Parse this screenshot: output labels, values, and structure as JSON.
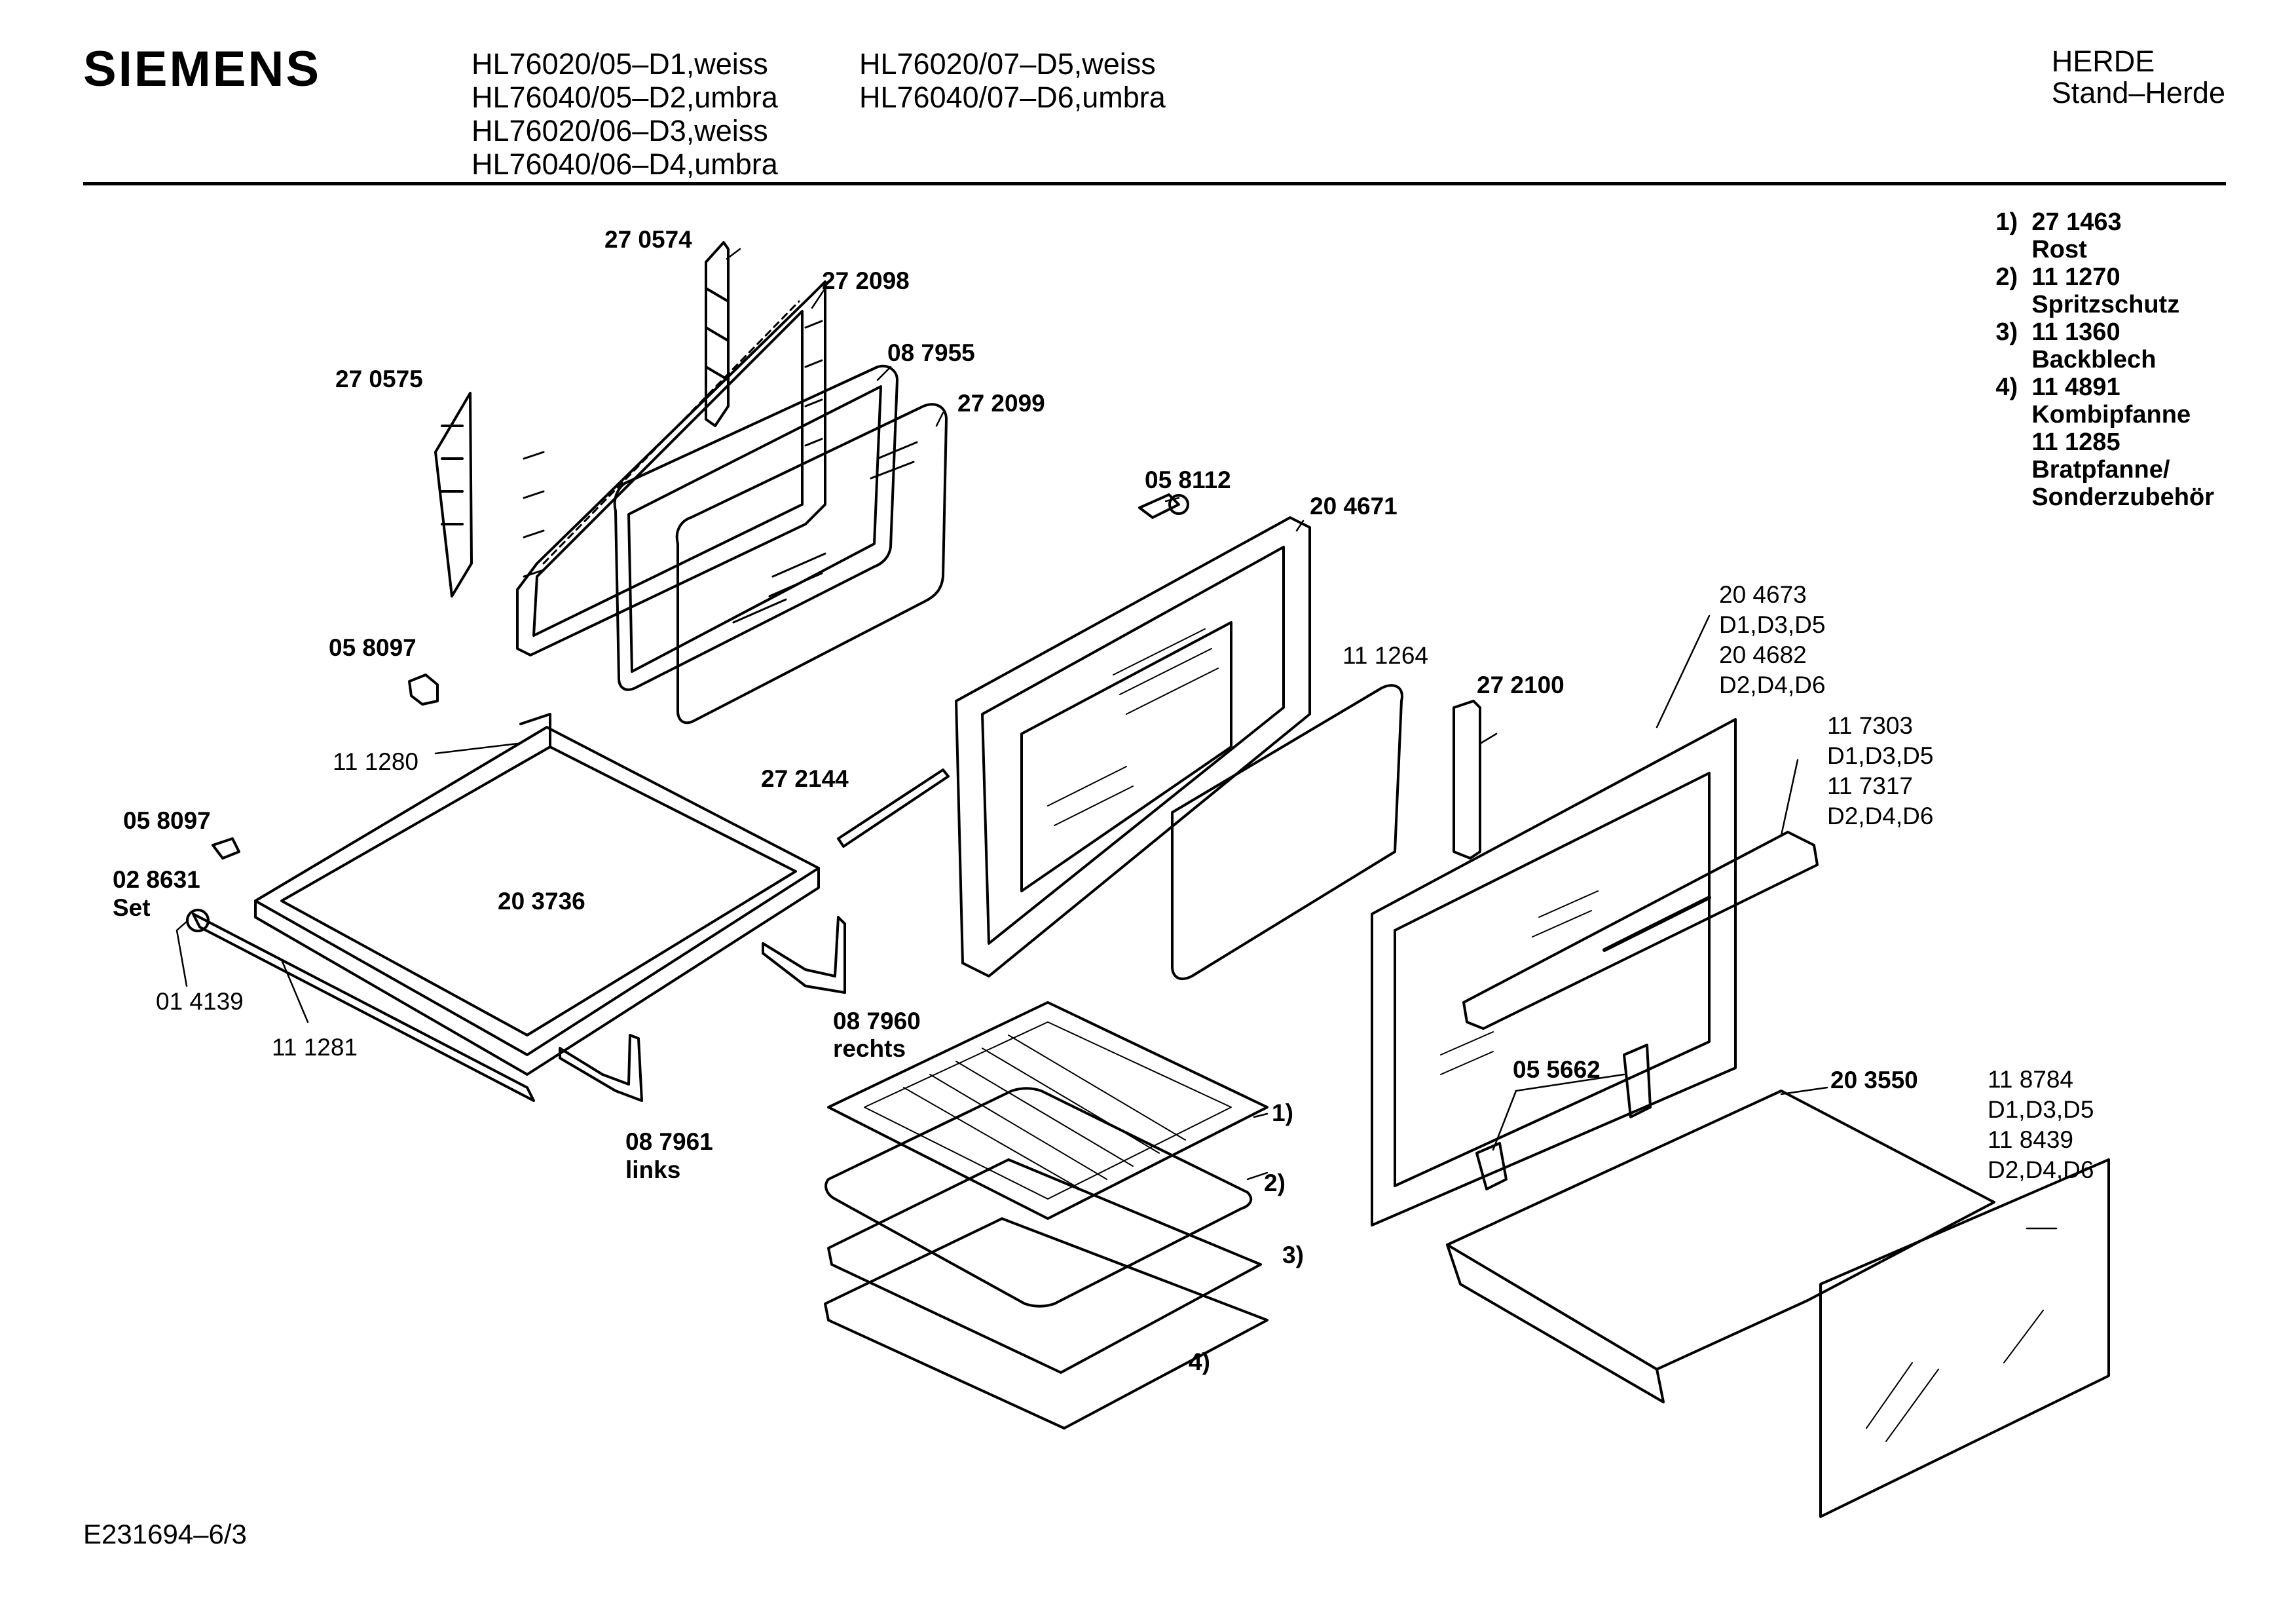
{
  "header": {
    "brand": "SIEMENS",
    "models_col1": [
      "HL76020/05–D1,weiss",
      "HL76040/05–D2,umbra",
      "HL76020/06–D3,weiss",
      "HL76040/06–D4,umbra"
    ],
    "models_col2": [
      "HL76020/07–D5,weiss",
      "HL76040/07–D6,umbra"
    ],
    "category": "HERDE",
    "subcategory": "Stand–Herde"
  },
  "legend": [
    {
      "num": "1)",
      "lines": [
        "27 1463",
        "Rost"
      ]
    },
    {
      "num": "2)",
      "lines": [
        "11 1270",
        "Spritzschutz"
      ]
    },
    {
      "num": "3)",
      "lines": [
        "11 1360",
        "Backblech"
      ]
    },
    {
      "num": "4)",
      "lines": [
        "11 4891",
        "Kombipfanne",
        "11 1285",
        "Bratpfanne/",
        "Sonderzubehör"
      ]
    }
  ],
  "parts": {
    "p270574": "27 0574",
    "p272098": "27 2098",
    "p087955": "08 7955",
    "p270575": "27 0575",
    "p272099": "27 2099",
    "p058112": "05 8112",
    "p204671": "20 4671",
    "p058097a": "05 8097",
    "p111280": "11 1280",
    "p111264": "11 1264",
    "p272100": "27 2100",
    "p272144": "27 2144",
    "p058097b": "05 8097",
    "p028631": "02 8631",
    "p028631_sub": "Set",
    "p203736": "20 3736",
    "p014139": "01 4139",
    "p111281": "11 1281",
    "p087960": "08 7960",
    "p087960_sub": "rechts",
    "p087961": "08 7961",
    "p087961_sub": "links",
    "p055662": "05 5662",
    "p203550": "20 3550",
    "tray1": "1)",
    "tray2": "2)",
    "tray3": "3)",
    "tray4": "4)",
    "glass_group": [
      "20 4673",
      "D1,D3,D5",
      "20 4682",
      "D2,D4,D6"
    ],
    "handle_group": [
      "11 7303",
      "D1,D3,D5",
      "11 7317",
      "D2,D4,D6"
    ],
    "drawer_group": [
      "11 8784",
      "D1,D3,D5",
      "11 8439",
      "D2,D4,D6"
    ]
  },
  "footer": {
    "code": "E231694–6/3"
  }
}
